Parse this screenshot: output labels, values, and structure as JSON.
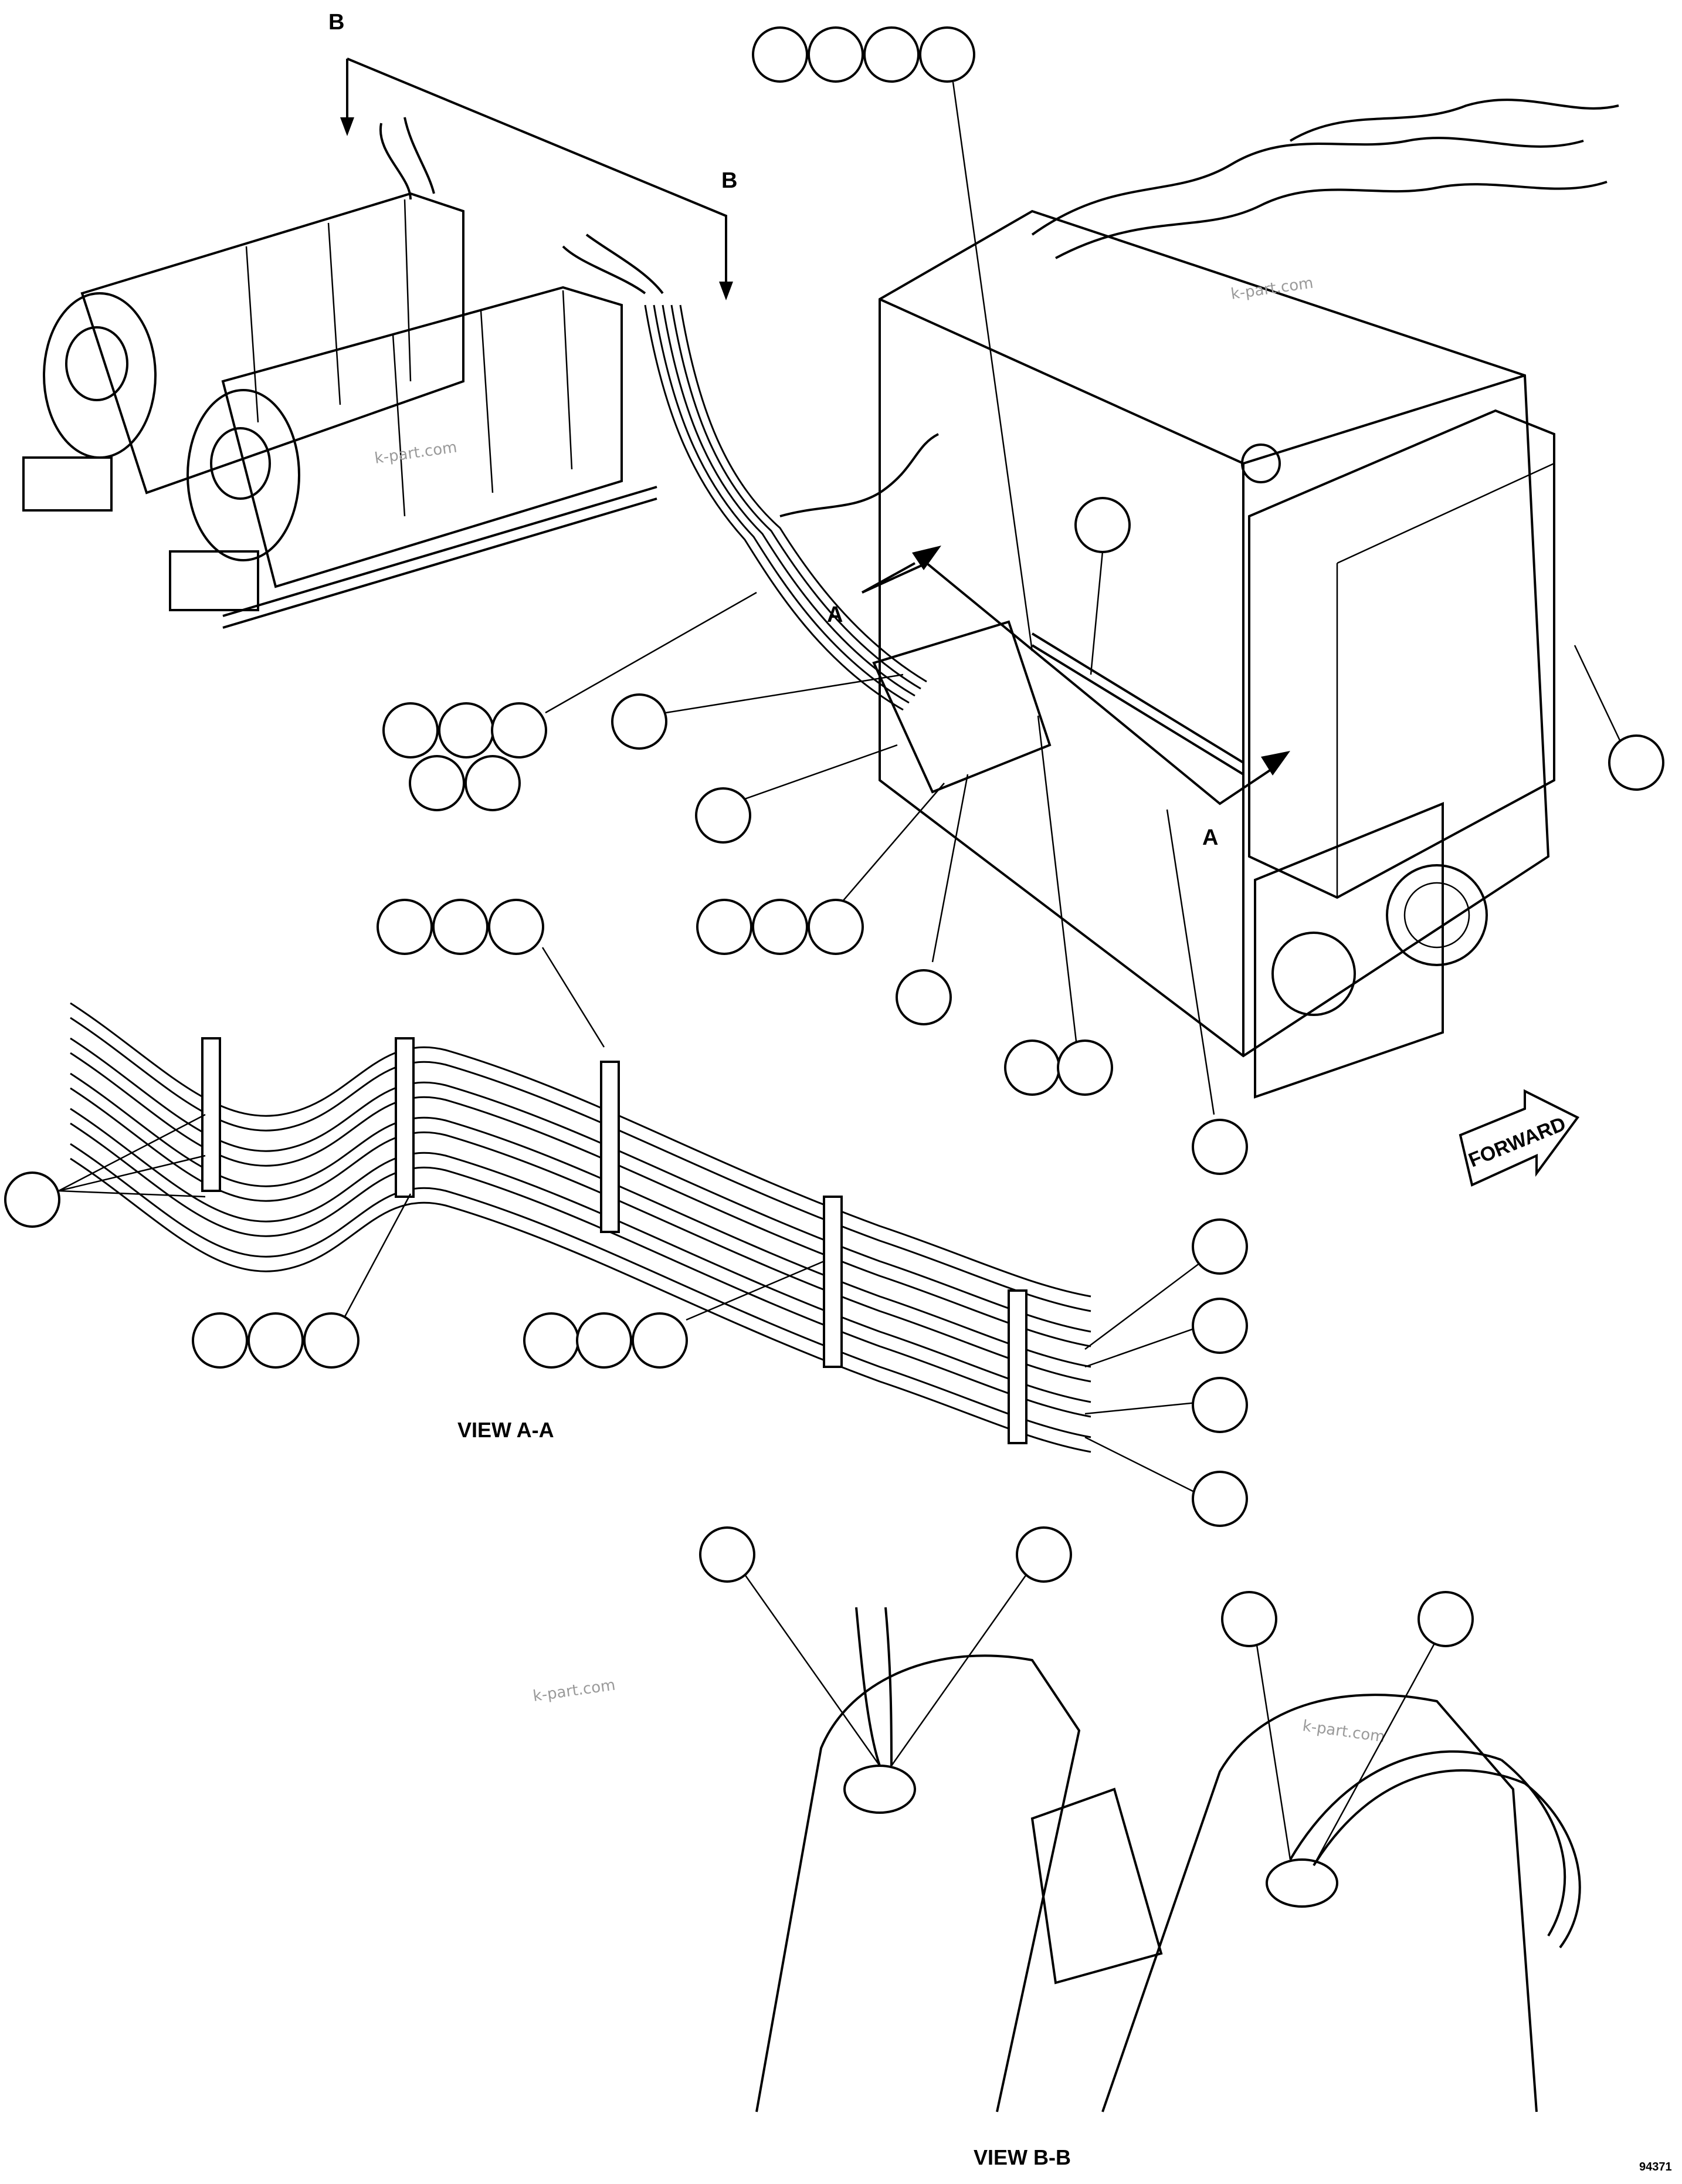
{
  "labels": {
    "section_b": "B",
    "section_a": "A",
    "view_aa": "VIEW A-A",
    "view_bb": "VIEW B-B",
    "forward": "FORWARD",
    "corner_code": "94371"
  },
  "watermarks": [
    "k-part.com",
    "k-part.com",
    "k-part.com",
    "k-part.com"
  ],
  "colors": {
    "ink": "#000000",
    "paper": "#ffffff",
    "watermark": "#9a9a9a"
  }
}
